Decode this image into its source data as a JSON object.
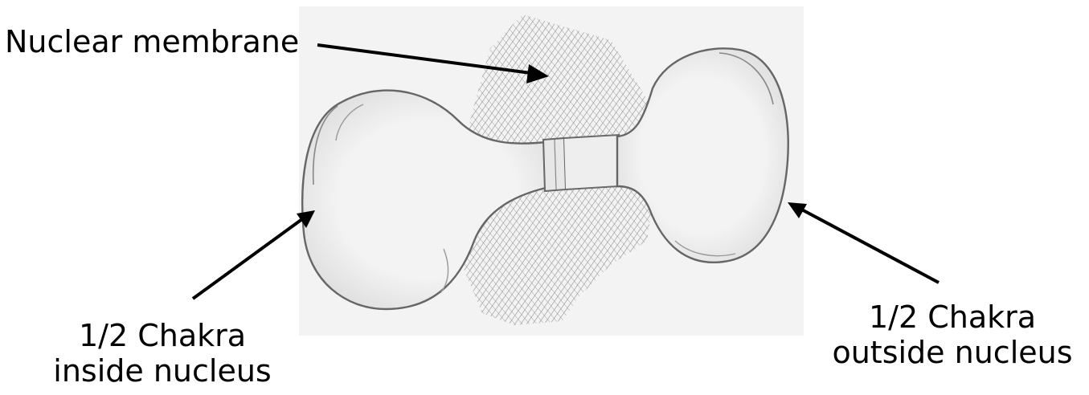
{
  "labels": {
    "membrane": "Nuclear membrane",
    "inside_line1": "1/2 Chakra",
    "inside_line2": "inside nucleus",
    "outside_line1": "1/2 Chakra",
    "outside_line2": "outside nucleus"
  },
  "colors": {
    "paper": "#f3f3f3",
    "pencil_shading": "#8a8a8a",
    "pencil_outline": "#6a6a6a",
    "arrow": "#000000"
  }
}
